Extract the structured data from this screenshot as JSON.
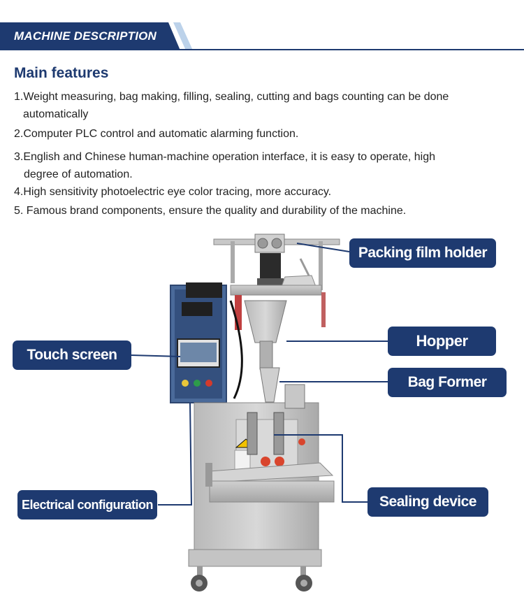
{
  "header": {
    "title": "MACHINE DESCRIPTION"
  },
  "features": {
    "title": "Main features",
    "items": [
      {
        "line1": "1.Weight measuring, bag making, filling, sealing, cutting and bags counting can be done",
        "line2": "automatically"
      },
      {
        "line1": "2.Computer PLC control and automatic alarming function.",
        "line2": ""
      },
      {
        "line1": "3.English and Chinese human-machine operation interface, it is easy to operate, high",
        "line2": "degree of automation."
      },
      {
        "line1": "4.High sensitivity photoelectric eye color tracing, more accuracy.",
        "line2": ""
      },
      {
        "line1": "5. Famous brand components, ensure the quality and durability of the machine.",
        "line2": ""
      }
    ]
  },
  "callouts": {
    "packing_film_holder": "Packing film holder",
    "hopper": "Hopper",
    "bag_former": "Bag Former",
    "touch_screen": "Touch screen",
    "electrical_configuration": "Electrical configuration",
    "sealing_device": "Sealing device"
  },
  "colors": {
    "brand": "#1e3a70",
    "accent": "#bcd2ea"
  }
}
